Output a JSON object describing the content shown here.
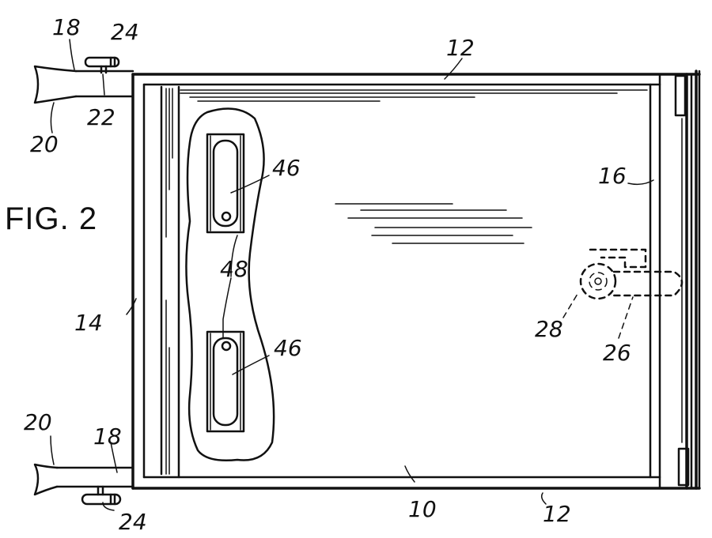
{
  "figure": {
    "title": "FIG. 2"
  },
  "labels": {
    "ref_12_top": "12",
    "ref_12_bottom": "12",
    "ref_10": "10",
    "ref_14": "14",
    "ref_16": "16",
    "ref_18_top": "18",
    "ref_18_bottom": "18",
    "ref_20_top": "20",
    "ref_20_bottom": "20",
    "ref_22": "22",
    "ref_24_top": "24",
    "ref_24_bottom": "24",
    "ref_26": "26",
    "ref_28": "28",
    "ref_46_top": "46",
    "ref_46_bottom": "46",
    "ref_48": "48"
  },
  "colors": {
    "ink": "#111111",
    "paper": "#ffffff"
  }
}
